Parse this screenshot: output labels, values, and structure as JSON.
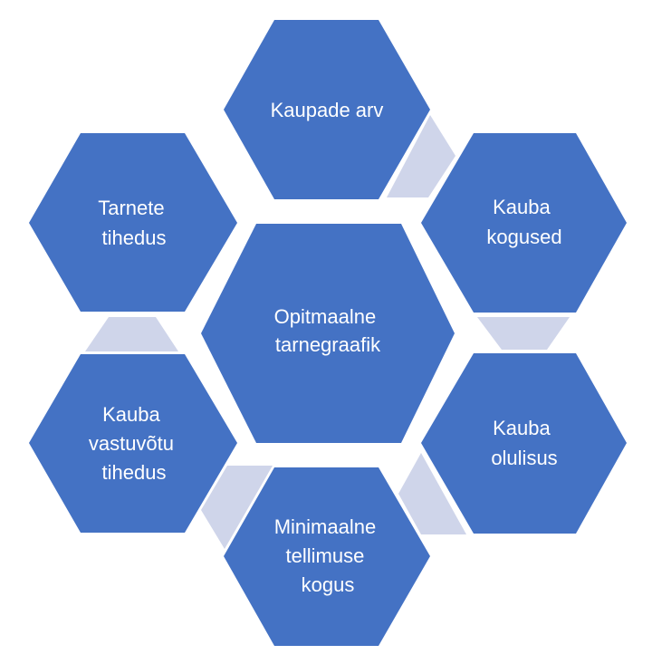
{
  "colors": {
    "hexagon": "#4472C4",
    "connector": "#CFD5EA",
    "text": "#FFFFFF",
    "background": "#FFFFFF"
  },
  "center": {
    "lines": [
      "Opitmaalne",
      "tarnegraafik"
    ]
  },
  "nodes": [
    {
      "lines": [
        "Kaupade arv"
      ]
    },
    {
      "lines": [
        "Kauba",
        "kogused"
      ]
    },
    {
      "lines": [
        "Kauba",
        "olulisus"
      ]
    },
    {
      "lines": [
        "Minimaalne",
        "tellimuse",
        "kogus"
      ]
    },
    {
      "lines": [
        "Kauba",
        "vastuvõtu",
        "tihedus"
      ]
    },
    {
      "lines": [
        "Tarnete",
        "tihedus"
      ]
    }
  ]
}
